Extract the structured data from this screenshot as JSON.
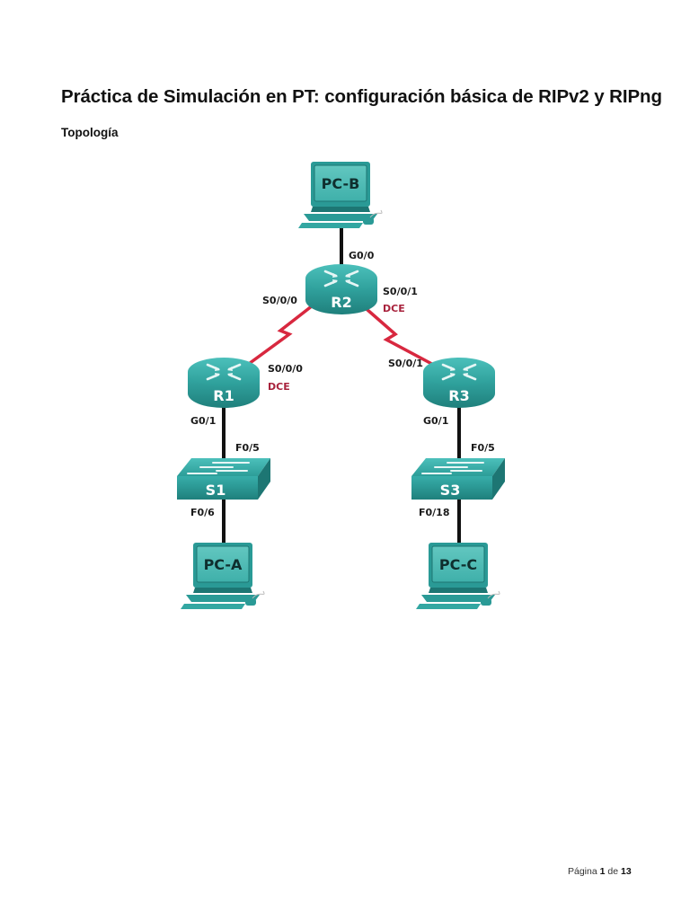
{
  "document": {
    "title": "Práctica de Simulación en PT: configuración básica de RIPv2 y RIPng",
    "section": "Topología",
    "footer": {
      "prefix": "Página",
      "current": "1",
      "sep": "de",
      "total": "13"
    }
  },
  "colors": {
    "device_teal": "#2a9a96",
    "device_dark": "#1d7673",
    "serial_link": "#d8283f",
    "ethernet_link": "#111111",
    "dce_label": "#a8223c"
  },
  "topology": {
    "devices": {
      "pcb": {
        "name": "PC-B",
        "type": "pc"
      },
      "r2": {
        "name": "R2",
        "type": "router"
      },
      "r1": {
        "name": "R1",
        "type": "router"
      },
      "r3": {
        "name": "R3",
        "type": "router"
      },
      "s1": {
        "name": "S1",
        "type": "switch"
      },
      "s3": {
        "name": "S3",
        "type": "switch"
      },
      "pca": {
        "name": "PC-A",
        "type": "pc"
      },
      "pcc": {
        "name": "PC-C",
        "type": "pc"
      }
    },
    "ports": {
      "r2_g00": "G0/0",
      "r2_s000": "S0/0/0",
      "r2_s001": "S0/0/1",
      "r2_dce": "DCE",
      "r1_s000": "S0/0/0",
      "r1_dce": "DCE",
      "r1_g01": "G0/1",
      "r3_s001": "S0/0/1",
      "r3_g01": "G0/1",
      "s1_f05": "F0/5",
      "s1_f06": "F0/6",
      "s3_f05": "F0/5",
      "s3_f018": "F0/18"
    },
    "links": [
      {
        "from": "PC-B",
        "to": "R2",
        "kind": "ethernet"
      },
      {
        "from": "R2",
        "to": "R1",
        "kind": "serial"
      },
      {
        "from": "R2",
        "to": "R3",
        "kind": "serial"
      },
      {
        "from": "R1",
        "to": "S1",
        "kind": "ethernet"
      },
      {
        "from": "S1",
        "to": "PC-A",
        "kind": "ethernet"
      },
      {
        "from": "R3",
        "to": "S3",
        "kind": "ethernet"
      },
      {
        "from": "S3",
        "to": "PC-C",
        "kind": "ethernet"
      }
    ]
  }
}
